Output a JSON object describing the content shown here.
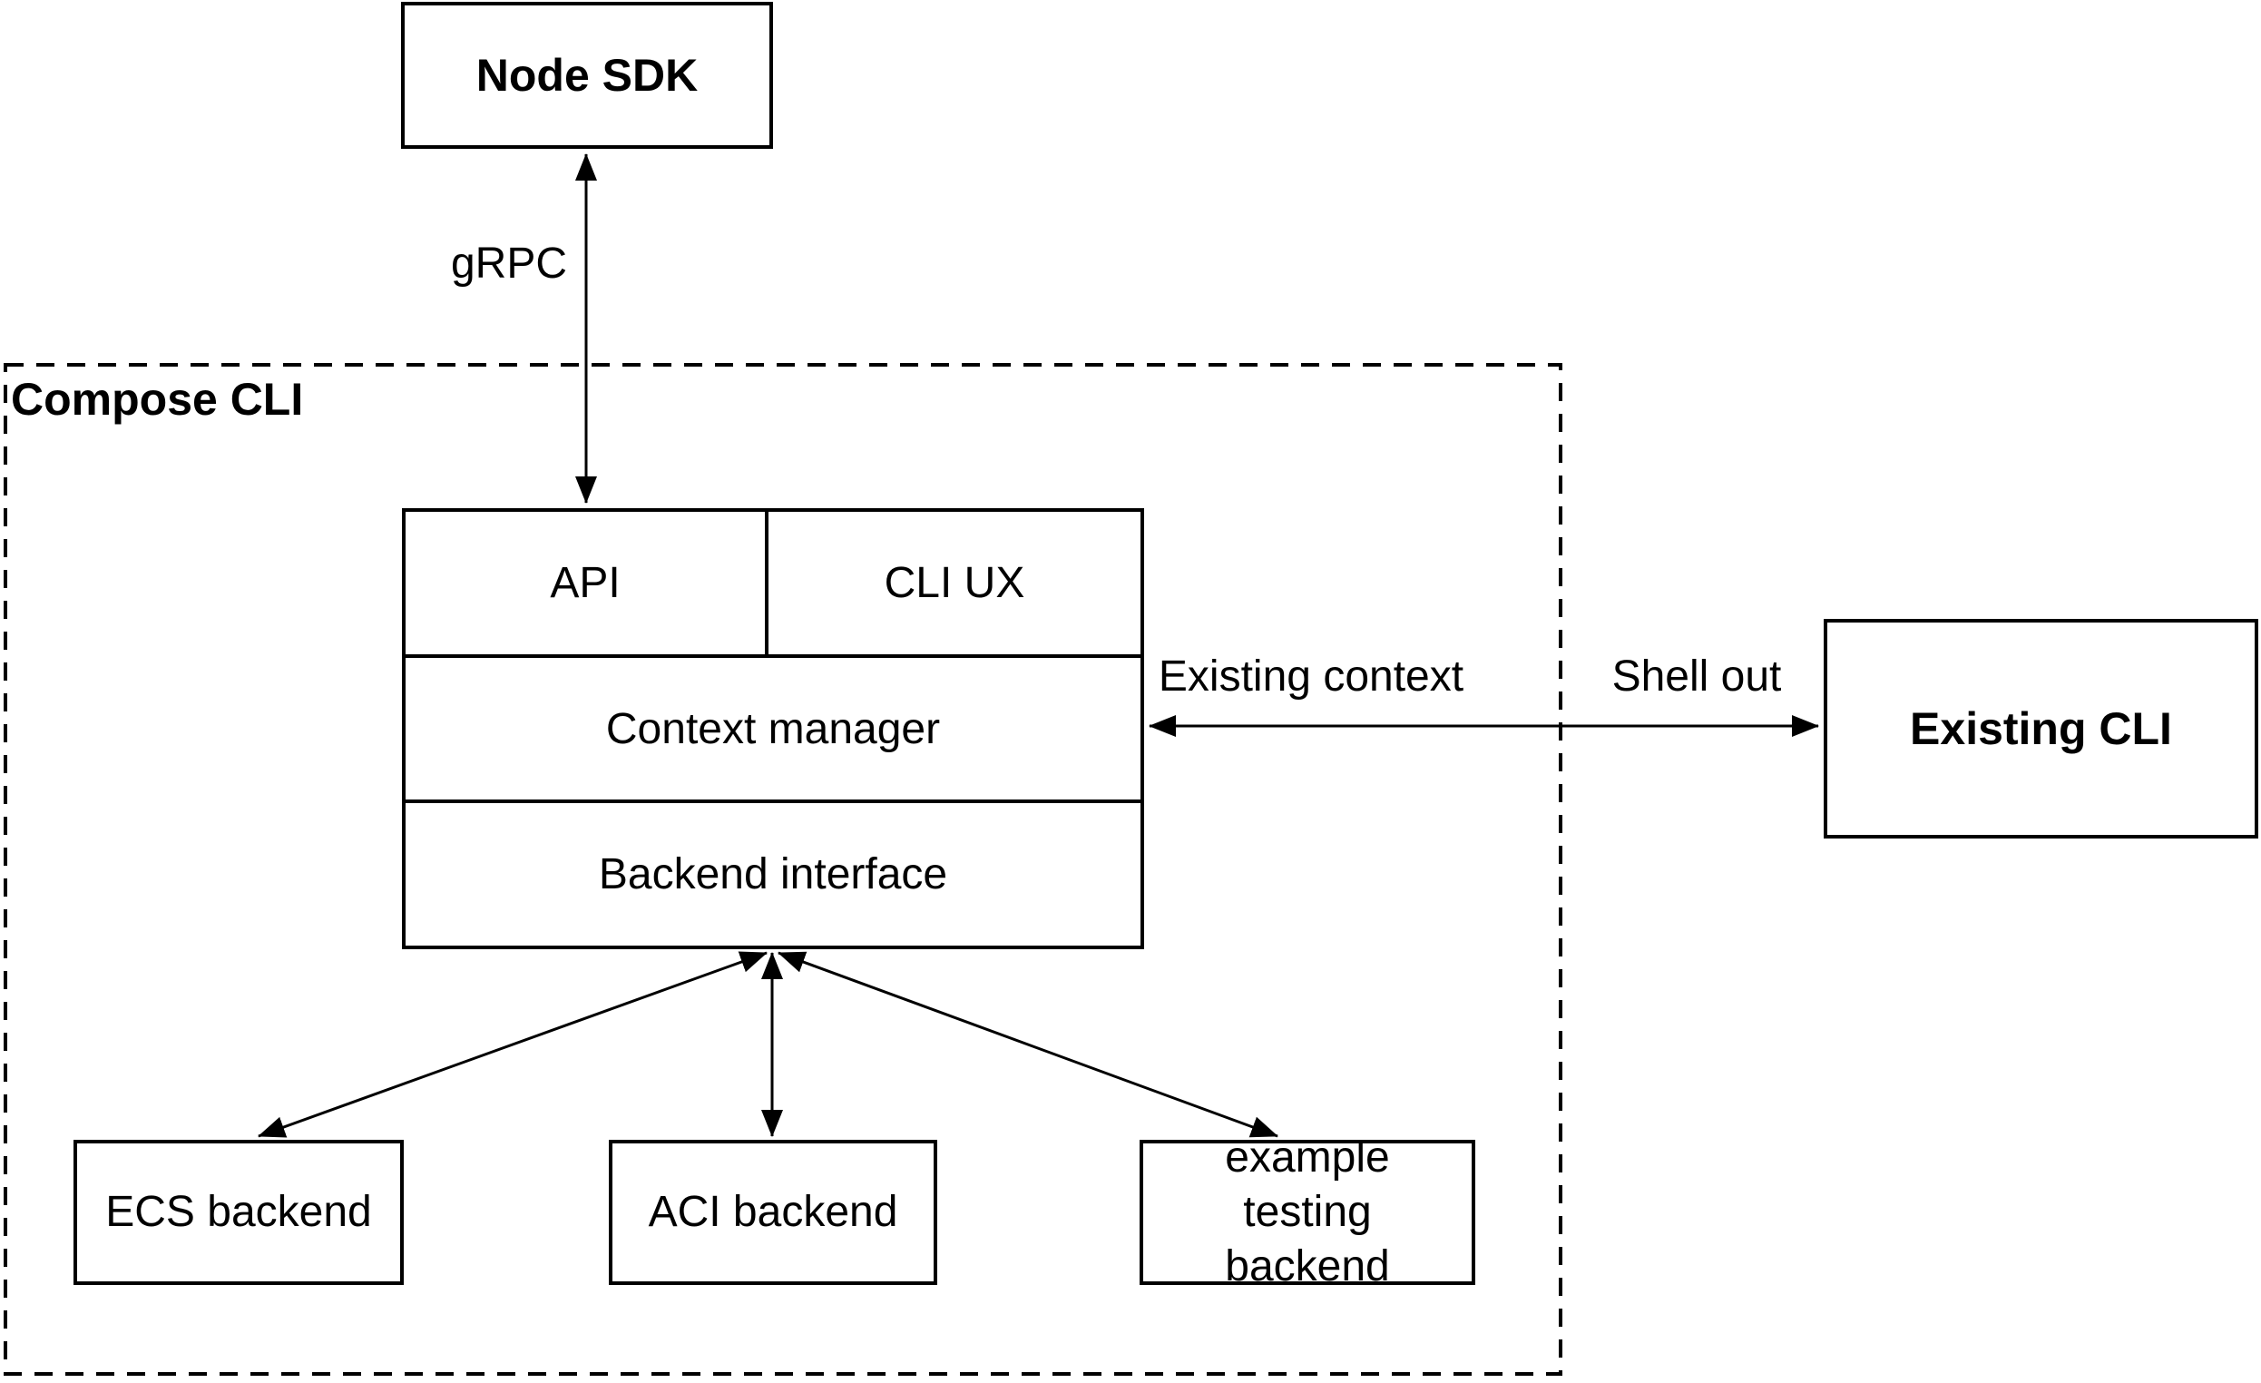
{
  "colors": {
    "stroke": "#000000",
    "background": "#ffffff",
    "text": "#000000"
  },
  "container": {
    "label": "Compose CLI"
  },
  "nodes": {
    "node_sdk": "Node SDK",
    "api": "API",
    "cli_ux": "CLI UX",
    "context_manager": "Context manager",
    "backend_interface": "Backend interface",
    "ecs_backend": "ECS backend",
    "aci_backend": "ACI backend",
    "example_testing_backend": "example testing backend",
    "existing_cli": "Existing CLI"
  },
  "edges": {
    "grpc": "gRPC",
    "existing_context": "Existing context",
    "shell_out": "Shell out"
  }
}
